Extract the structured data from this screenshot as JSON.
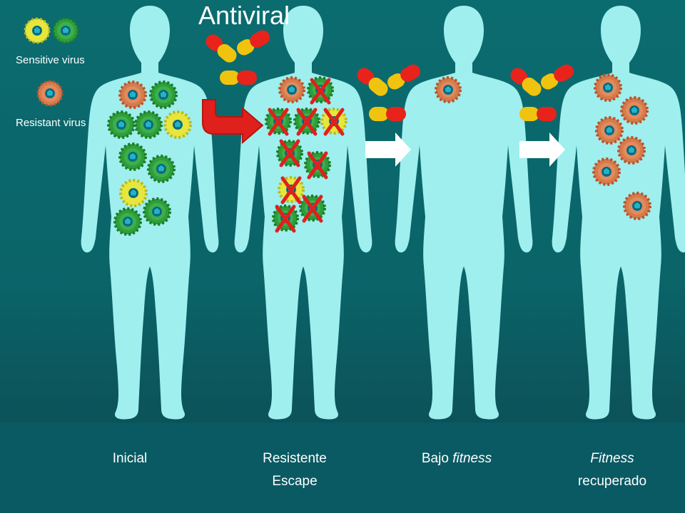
{
  "title": "Antiviral",
  "legend": {
    "sensitive_label": "Sensitive virus",
    "resistant_label": "Resistant virus"
  },
  "colors": {
    "background": "#0a6468",
    "body": "#9fefef",
    "sensitive_green": "#2e9e3a",
    "sensitive_yellow": "#e2e23a",
    "resistant_orange": "#d97a4a",
    "cross_red": "#e0201c",
    "arrow_red": "#e0201c",
    "arrow_white": "#ffffff"
  },
  "panels": [
    {
      "caption_line1": "Inicial",
      "caption_line2": "",
      "caption_prefix": "",
      "caption_italic": ""
    },
    {
      "caption_line1": "Resistente",
      "caption_line2": "Escape",
      "caption_prefix": "",
      "caption_italic": ""
    },
    {
      "caption_prefix": "Bajo ",
      "caption_italic": "fitness"
    },
    {
      "caption_italic": "Fitness",
      "caption_line2": "recuperado"
    }
  ]
}
